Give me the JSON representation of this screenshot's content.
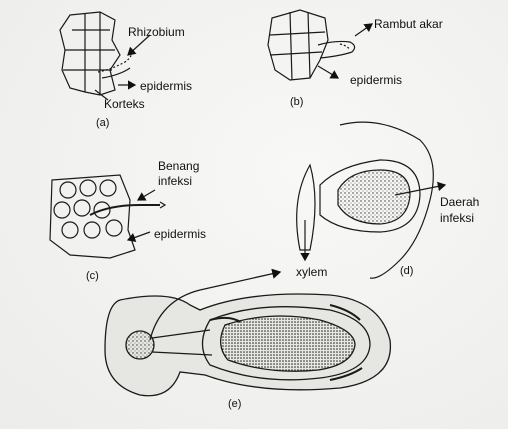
{
  "labels": {
    "rhizobium": "Rhizobium",
    "epidermis_a": "epidermis",
    "korteks": "Korteks",
    "panel_a": "(a)",
    "rambut_akar": "Rambut akar",
    "epidermis_b": "epidermis",
    "panel_b": "(b)",
    "benang": "Benang",
    "infeksi_c": "infeksi",
    "epidermis_c": "epidermis",
    "panel_c": "(c)",
    "daerah": "Daerah",
    "infeksi_d": "infeksi",
    "xylem": "xylem",
    "panel_d": "(d)",
    "panel_e": "(e)"
  },
  "colors": {
    "ink": "#1a1a1a",
    "paper": "#f4f4f2"
  }
}
